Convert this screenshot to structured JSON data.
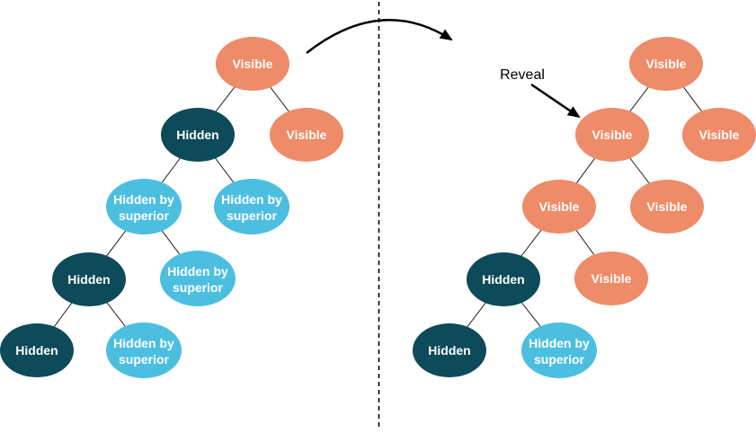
{
  "palette": {
    "visible": "#EE8B69",
    "hidden": "#0D4A5A",
    "hidden_by_superior": "#4CBFE1",
    "node_text": "#FFFFFF",
    "line": "#000000"
  },
  "annotations": {
    "reveal_label": "Reveal"
  },
  "trees": {
    "left": {
      "nodes": [
        {
          "state": "visible",
          "lines": [
            "Visible"
          ]
        },
        {
          "state": "hidden",
          "lines": [
            "Hidden"
          ]
        },
        {
          "state": "visible",
          "lines": [
            "Visible"
          ]
        },
        {
          "state": "hidden_by_superior",
          "lines": [
            "Hidden by",
            "superior"
          ]
        },
        {
          "state": "hidden_by_superior",
          "lines": [
            "Hidden by",
            "superior"
          ]
        },
        {
          "state": "hidden",
          "lines": [
            "Hidden"
          ]
        },
        {
          "state": "hidden_by_superior",
          "lines": [
            "Hidden by",
            "superior"
          ]
        },
        {
          "state": "hidden",
          "lines": [
            "Hidden"
          ]
        },
        {
          "state": "hidden_by_superior",
          "lines": [
            "Hidden by",
            "superior"
          ]
        }
      ]
    },
    "right": {
      "nodes": [
        {
          "state": "visible",
          "lines": [
            "Visible"
          ]
        },
        {
          "state": "visible",
          "lines": [
            "Visible"
          ]
        },
        {
          "state": "visible",
          "lines": [
            "Visible"
          ]
        },
        {
          "state": "visible",
          "lines": [
            "Visible"
          ]
        },
        {
          "state": "visible",
          "lines": [
            "Visible"
          ]
        },
        {
          "state": "hidden",
          "lines": [
            "Hidden"
          ]
        },
        {
          "state": "visible",
          "lines": [
            "Visible"
          ]
        },
        {
          "state": "hidden",
          "lines": [
            "Hidden"
          ]
        },
        {
          "state": "hidden_by_superior",
          "lines": [
            "Hidden by",
            "superior"
          ]
        }
      ]
    }
  }
}
